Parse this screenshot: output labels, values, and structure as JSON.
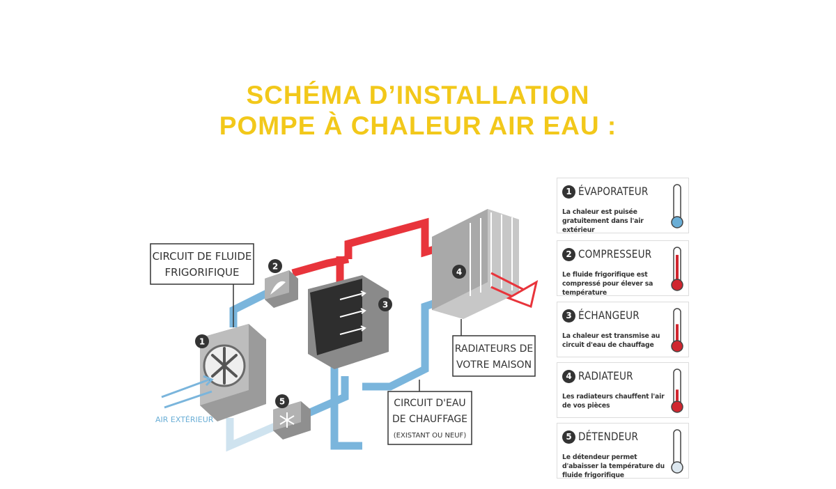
{
  "title": {
    "line1": "SCHÉMA D’INSTALLATION",
    "line2": "POMPE À CHALEUR AIR EAU :"
  },
  "diagram": {
    "labels": {
      "refrigerant_circuit_line1": "CIRCUIT DE FLUIDE",
      "refrigerant_circuit_line2": "FRIGORIFIQUE",
      "radiators_line1": "RADIATEURS DE",
      "radiators_line2": "VOTRE MAISON",
      "heating_circuit_line1": "CIRCUIT D'EAU",
      "heating_circuit_line2": "DE CHAUFFAGE",
      "heating_circuit_line3": "(EXISTANT OU NEUF)",
      "outside_air": "AIR EXTÉRIEUR"
    },
    "markers": [
      "1",
      "2",
      "3",
      "4",
      "5"
    ],
    "colors": {
      "hot": "#e8343b",
      "cold": "#7ab5dc",
      "cold_light": "#cfe3ef"
    }
  },
  "legend": [
    {
      "num": "1",
      "name": "ÉVAPORATEUR",
      "desc": "La chaleur est puisée gratuitement dans l'air extérieur",
      "level": 0.1,
      "color": "#6aaed6"
    },
    {
      "num": "2",
      "name": "COMPRESSEUR",
      "desc": "Le fluide frigorifique est compressé pour élever sa température",
      "level": 0.85,
      "color": "#d0262f"
    },
    {
      "num": "3",
      "name": "ÉCHANGEUR",
      "desc": "La chaleur est transmise au circuit d'eau de chauffage",
      "level": 0.6,
      "color": "#d0262f"
    },
    {
      "num": "4",
      "name": "RADIATEUR",
      "desc": "Les radiateurs chauffent l'air de vos pièces",
      "level": 0.45,
      "color": "#d0262f"
    },
    {
      "num": "5",
      "name": "DÉTENDEUR",
      "desc": "Le détendeur permet d'abaisser la température du fluide frigorifique",
      "level": 0.05,
      "color": "#dce7ef"
    }
  ]
}
